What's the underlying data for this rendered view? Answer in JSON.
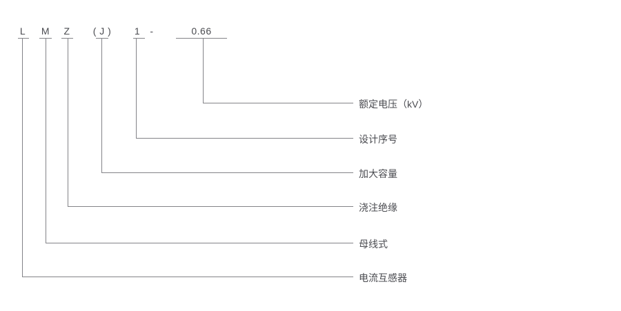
{
  "diagram": {
    "description": "current transformer type designation diagram",
    "model": {
      "parts": [
        {
          "char": "L",
          "label": "电流互感器"
        },
        {
          "char": "M",
          "label": "母线式"
        },
        {
          "char": "Z",
          "label": "浇注绝缘"
        },
        {
          "char": "( J )",
          "label": "加大容量"
        },
        {
          "char": "1",
          "label": "设计序号"
        },
        {
          "char": "0.66",
          "label": "额定电压（kV）"
        }
      ],
      "separator": "-"
    },
    "colors": {
      "line": "#828287",
      "text": "#4a4b50",
      "background": "#ffffff"
    }
  }
}
